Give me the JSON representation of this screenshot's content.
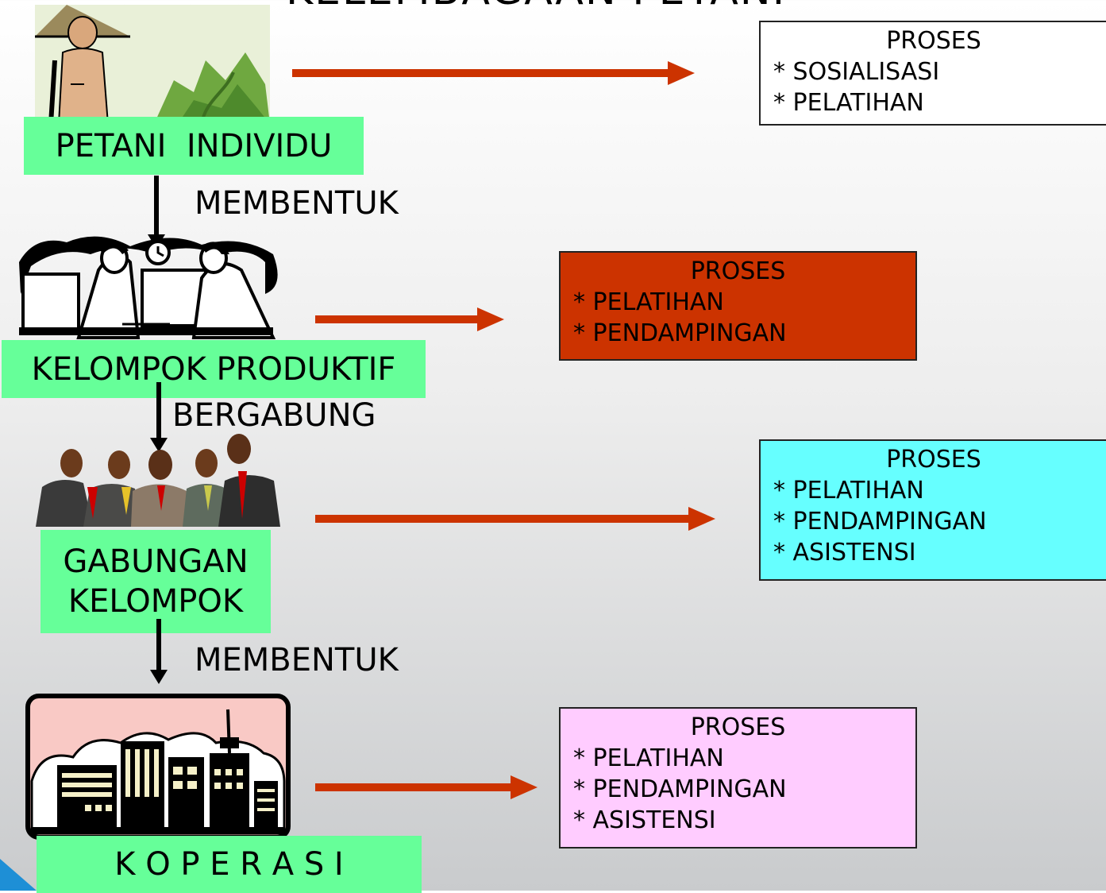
{
  "title": "KELEMBAGAAN PETANI",
  "nodes": {
    "petani": {
      "label": "PETANI  INDIVIDU"
    },
    "kelompok": {
      "label": "KELOMPOK PRODUKTIF"
    },
    "gabungan": {
      "line1": "GABUNGAN",
      "line2": "KELOMPOK"
    },
    "koperasi": {
      "label": "K O P E R A S I"
    }
  },
  "connectors": {
    "first": "MEMBENTUK",
    "second": "BERGABUNG",
    "third": "MEMBENTUK"
  },
  "process_boxes": [
    {
      "heading": "PROSES",
      "items": [
        "* SOSIALISASI",
        "* PELATIHAN"
      ],
      "color": "#ffffff"
    },
    {
      "heading": "PROSES",
      "items": [
        "* PELATIHAN",
        "* PENDAMPINGAN"
      ],
      "color": "#cc3300"
    },
    {
      "heading": "PROSES",
      "items": [
        "* PELATIHAN",
        "* PENDAMPINGAN",
        "* ASISTENSI"
      ],
      "color": "#66ffff"
    },
    {
      "heading": "PROSES",
      "items": [
        "* PELATIHAN",
        "* PENDAMPINGAN",
        "* ASISTENSI"
      ],
      "color": "#ffccff"
    }
  ],
  "colors": {
    "label_green": "#66ff99",
    "arrow": "#cc3300",
    "corner_accent": "#1e8fd6"
  },
  "icons": [
    "farmer-illustration",
    "business-meeting-illustration",
    "group-people-illustration",
    "city-buildings-illustration"
  ]
}
